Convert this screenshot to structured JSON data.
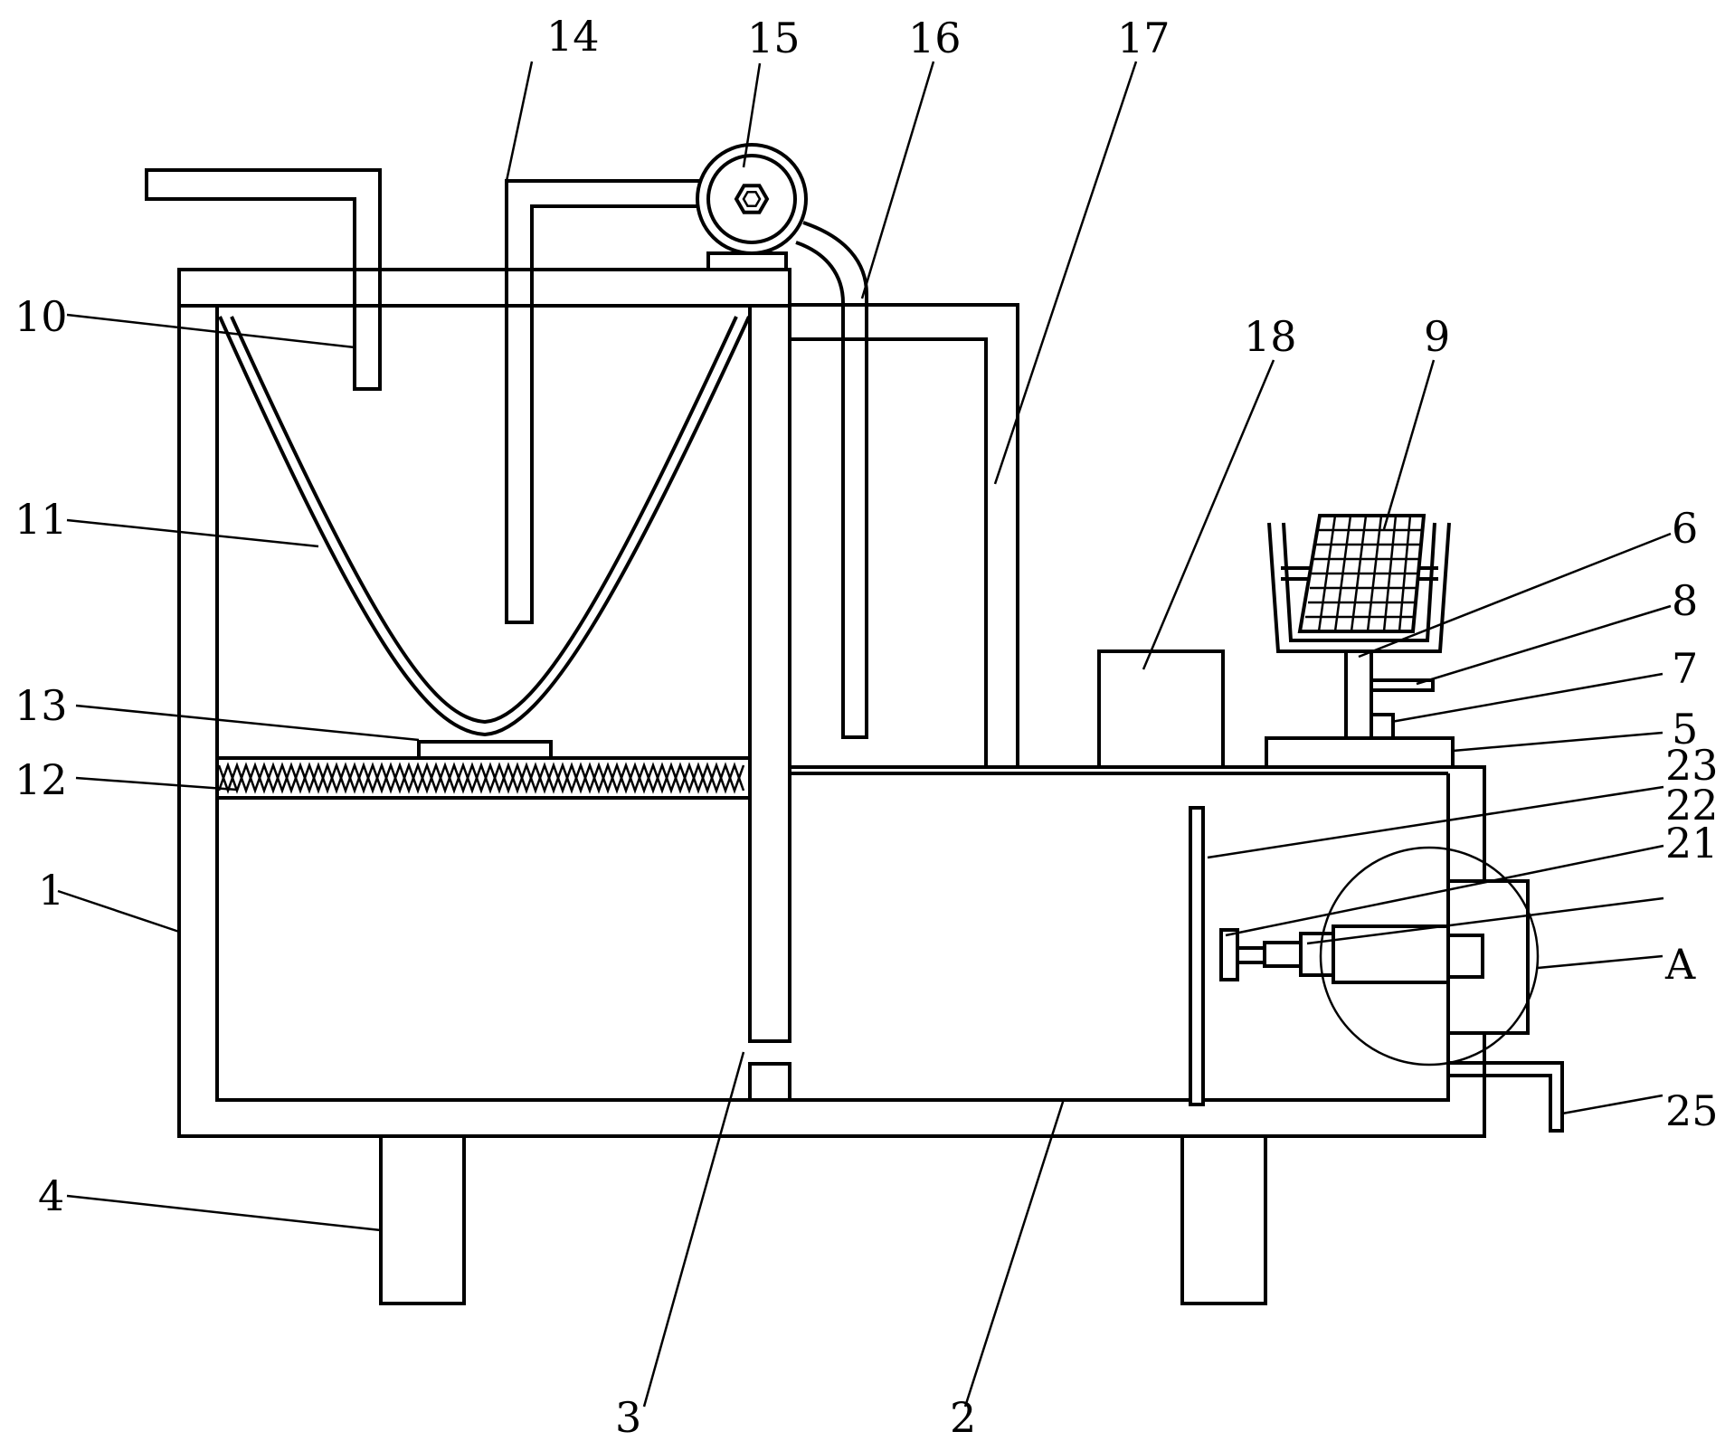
{
  "labels": {
    "l1": "1",
    "l2": "2",
    "l3": "3",
    "l4": "4",
    "l5": "5",
    "l6": "6",
    "l7": "7",
    "l8": "8",
    "l9": "9",
    "l10": "10",
    "l11": "11",
    "l12": "12",
    "l13": "13",
    "l14": "14",
    "l15": "15",
    "l16": "16",
    "l17": "17",
    "l18": "18",
    "l21": "21",
    "l22": "22",
    "l23": "23",
    "l25": "25",
    "lA": "A"
  }
}
